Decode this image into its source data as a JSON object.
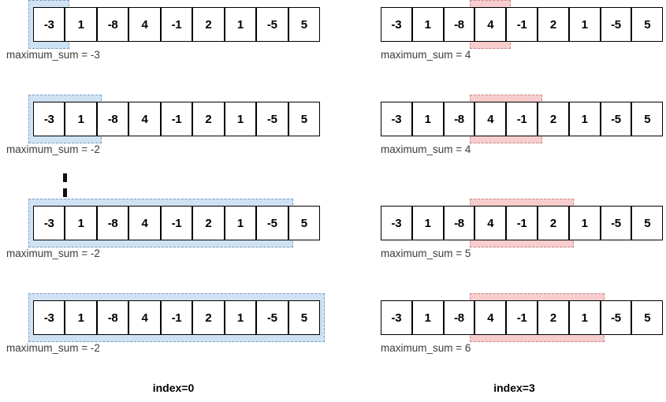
{
  "array": [
    "-3",
    "1",
    "-8",
    "4",
    "-1",
    "2",
    "1",
    "-5",
    "5"
  ],
  "colors": {
    "highlight_blue_fill": "#cfe2f3",
    "highlight_blue_border": "#7f9fc4",
    "highlight_pink_fill": "#f7cdcd",
    "highlight_pink_border": "#c98a8a",
    "cell_border": "#000000",
    "cell_fill": "#ffffff",
    "caption_text": "#3b3b3b",
    "background": "#ffffff"
  },
  "panels": [
    {
      "name": "index-0",
      "index_label": "index=0",
      "highlight_style": "blue",
      "ellipsis": {
        "name": "vertical-ellipsis",
        "dots": 2
      },
      "rows": [
        {
          "start": 0,
          "end": 0,
          "caption": "maximum_sum = -3"
        },
        {
          "start": 0,
          "end": 1,
          "caption": "maximum_sum = -2"
        },
        {
          "start": 0,
          "end": 7,
          "caption": "maximum_sum = -2"
        },
        {
          "start": 0,
          "end": 8,
          "caption": "maximum_sum = -2"
        }
      ]
    },
    {
      "name": "index-3",
      "index_label": "index=3",
      "highlight_style": "pink",
      "ellipsis": null,
      "rows": [
        {
          "start": 3,
          "end": 3,
          "caption": "maximum_sum = 4"
        },
        {
          "start": 3,
          "end": 4,
          "caption": "maximum_sum = 4"
        },
        {
          "start": 3,
          "end": 5,
          "caption": "maximum_sum = 5"
        },
        {
          "start": 3,
          "end": 6,
          "caption": "maximum_sum = 6"
        }
      ]
    }
  ]
}
